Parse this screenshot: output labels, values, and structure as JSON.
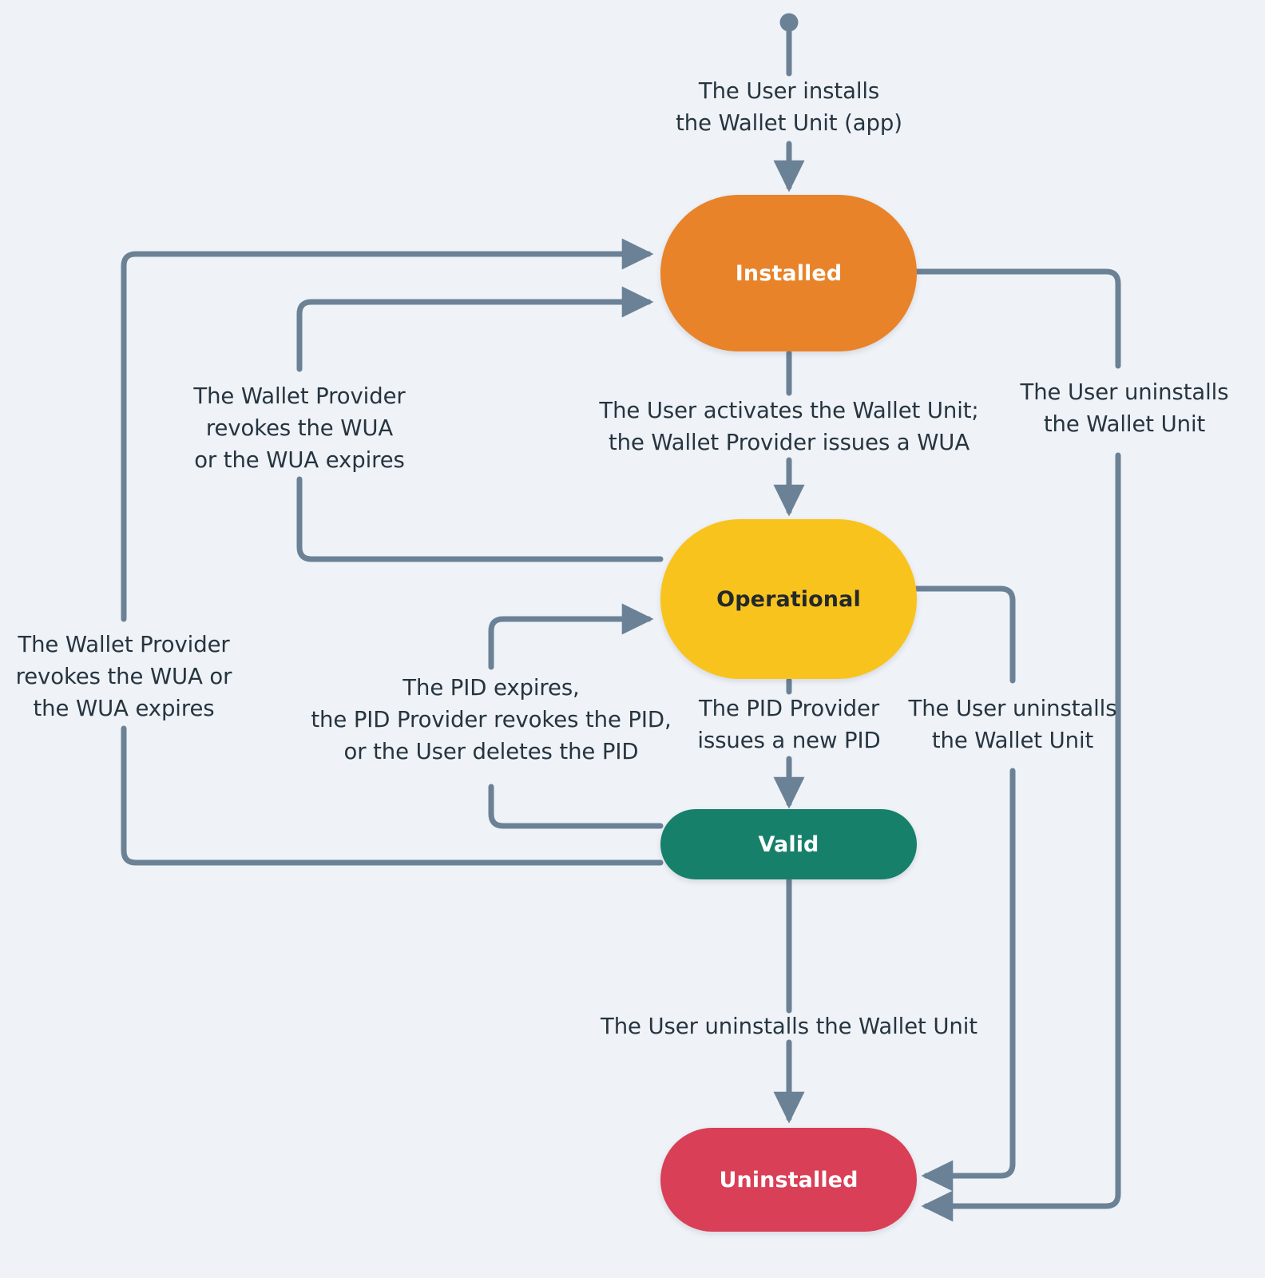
{
  "diagram": {
    "title": "Wallet Unit lifecycle state diagram",
    "background_color": "#eff2f7",
    "edge_color": "#6b8196",
    "label_text_color": "#26353f"
  },
  "start_node": {
    "name": "start-node",
    "color": "#6b8196"
  },
  "states": [
    {
      "id": "installed",
      "label": "Installed",
      "color": "#e8832a",
      "text_color": "#ffffff"
    },
    {
      "id": "operational",
      "label": "Operational",
      "color": "#f9c31d",
      "text_color": "#23292b"
    },
    {
      "id": "valid",
      "label": "Valid",
      "color": "#17806b",
      "text_color": "#ffffff"
    },
    {
      "id": "uninstalled",
      "label": "Uninstalled",
      "color": "#d93f56",
      "text_color": "#ffffff"
    }
  ],
  "transitions": [
    {
      "id": "start-to-installed",
      "from": "start",
      "to": "installed",
      "label": "The User installs\nthe Wallet Unit (app)"
    },
    {
      "id": "installed-to-operational",
      "from": "installed",
      "to": "operational",
      "label": "The User activates the Wallet Unit;\nthe Wallet Provider issues a WUA"
    },
    {
      "id": "operational-to-installed",
      "from": "operational",
      "to": "installed",
      "label": "The Wallet Provider\nrevokes the WUA\nor the WUA expires"
    },
    {
      "id": "valid-to-installed",
      "from": "valid",
      "to": "installed",
      "label": "The Wallet Provider\nrevokes the WUA or\nthe WUA expires"
    },
    {
      "id": "operational-to-valid",
      "from": "operational",
      "to": "valid",
      "label": "The PID Provider\nissues a new PID"
    },
    {
      "id": "valid-to-operational",
      "from": "valid",
      "to": "operational",
      "label": "The PID expires,\nthe PID Provider revokes the PID,\nor the User deletes the PID"
    },
    {
      "id": "installed-to-uninstalled",
      "from": "installed",
      "to": "uninstalled",
      "label": "The User uninstalls\nthe Wallet Unit"
    },
    {
      "id": "operational-to-uninstalled",
      "from": "operational",
      "to": "uninstalled",
      "label": "The User uninstalls\nthe Wallet Unit"
    },
    {
      "id": "valid-to-uninstalled",
      "from": "valid",
      "to": "uninstalled",
      "label": "The User uninstalls the Wallet Unit"
    }
  ]
}
